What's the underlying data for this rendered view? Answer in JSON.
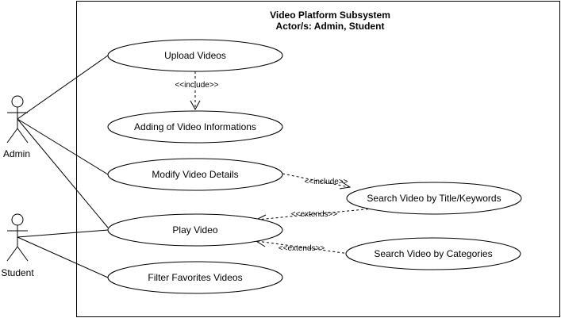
{
  "system": {
    "title": "Video Platform Subsystem",
    "subtitle": "Actor/s: Admin, Student"
  },
  "actors": {
    "admin": "Admin",
    "student": "Student"
  },
  "use_cases": {
    "upload": "Upload Videos",
    "adding_info": "Adding of Video Informations",
    "modify": "Modify Video Details",
    "play": "Play Video",
    "filter": "Filter Favorites Videos",
    "search_title": "Search Video by Title/Keywords",
    "search_categories": "Search Video by Categories"
  },
  "relationships": {
    "include_upload": "<<include>>",
    "include_modify": "<<include>>",
    "extends_title": "<<extends>>",
    "extends_categories": "<<extends>>"
  }
}
